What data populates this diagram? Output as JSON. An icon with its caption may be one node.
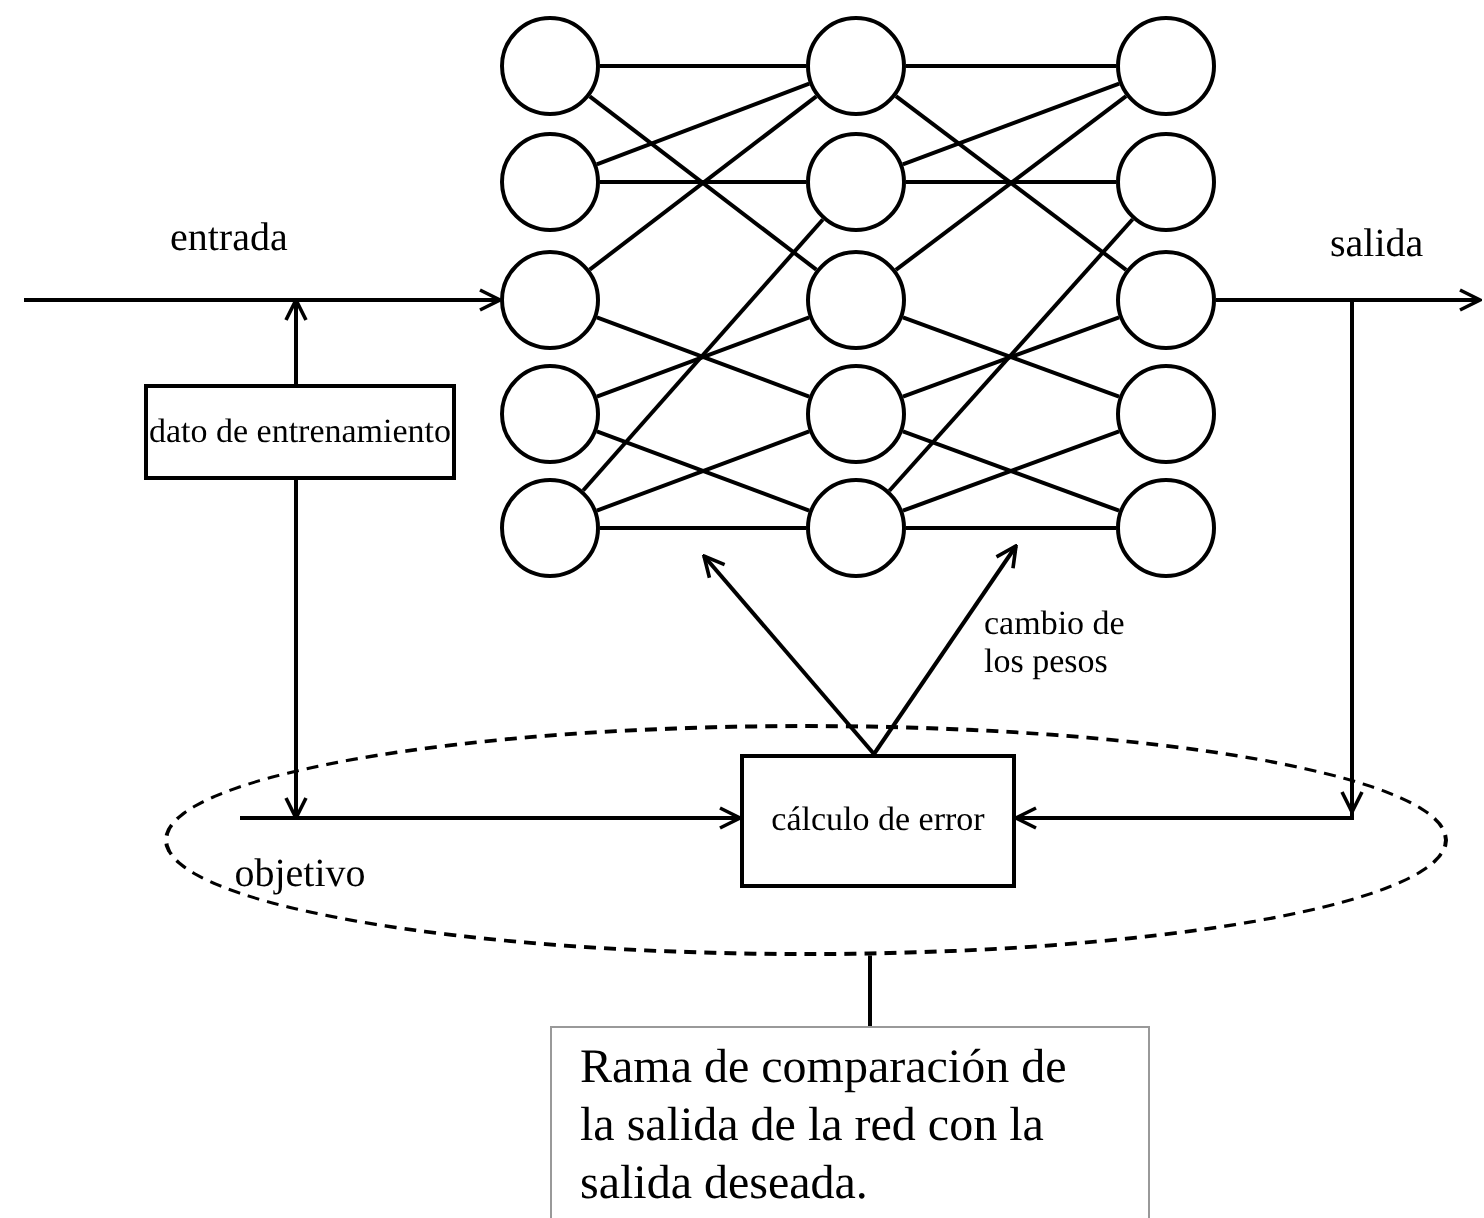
{
  "diagram": {
    "nodes": [
      {
        "text": [],
        "shape": "circle"
      },
      {
        "text": [],
        "shape": "circle"
      },
      {
        "text": [],
        "shape": "circle"
      },
      {
        "text": [],
        "shape": "circle"
      },
      {
        "text": [],
        "shape": "circle"
      },
      {
        "text": [],
        "shape": "circle"
      },
      {
        "text": [],
        "shape": "circle"
      },
      {
        "text": [],
        "shape": "circle"
      },
      {
        "text": [],
        "shape": "circle"
      },
      {
        "text": [],
        "shape": "circle"
      },
      {
        "text": [],
        "shape": "circle"
      },
      {
        "text": [],
        "shape": "circle"
      },
      {
        "text": [],
        "shape": "circle"
      },
      {
        "text": [],
        "shape": "circle"
      },
      {
        "text": [],
        "shape": "circle"
      },
      {
        "text": [
          "dato de entrenamiento"
        ]
      },
      {
        "text": [],
        "shape": "ellipse"
      },
      {
        "text": [
          "objetivo"
        ],
        "in": 16
      },
      {
        "text": [
          "cálculo de error"
        ],
        "in": 16
      },
      {
        "text": [
          "Rama de comparación de la salida de la red con la salida deseada."
        ]
      }
    ],
    "edges": [
      {
        "from": 0,
        "to": 5,
        "arrow": "none"
      },
      {
        "from": 0,
        "to": 7,
        "arrow": "none"
      },
      {
        "from": 1,
        "to": 5,
        "arrow": "none"
      },
      {
        "from": 1,
        "to": 6,
        "arrow": "none"
      },
      {
        "from": 2,
        "to": 5,
        "arrow": "none"
      },
      {
        "from": 2,
        "to": 8,
        "arrow": "none"
      },
      {
        "from": 3,
        "to": 7,
        "arrow": "none"
      },
      {
        "from": 3,
        "to": 9,
        "arrow": "none"
      },
      {
        "from": 4,
        "to": 6,
        "arrow": "none"
      },
      {
        "from": 4,
        "to": 8,
        "arrow": "none"
      },
      {
        "from": 4,
        "to": 9,
        "arrow": "none"
      },
      {
        "from": 5,
        "to": 10,
        "arrow": "none"
      },
      {
        "from": 5,
        "to": 12,
        "arrow": "none"
      },
      {
        "from": 6,
        "to": 10,
        "arrow": "none"
      },
      {
        "from": 6,
        "to": 11,
        "arrow": "none"
      },
      {
        "from": 7,
        "to": 10,
        "arrow": "none"
      },
      {
        "from": 7,
        "to": 13,
        "arrow": "none"
      },
      {
        "from": 8,
        "to": 12,
        "arrow": "none"
      },
      {
        "from": 8,
        "to": 14,
        "arrow": "none"
      },
      {
        "from": 9,
        "to": 11,
        "arrow": "none"
      },
      {
        "from": 9,
        "to": 13,
        "arrow": "none"
      },
      {
        "from": 9,
        "to": 14,
        "arrow": "none"
      },
      {
        "from": null,
        "to": 2,
        "arrow": "to",
        "label": "entrada"
      },
      {
        "from": 15,
        "to": null,
        "arrow": "to"
      },
      {
        "from": 15,
        "to": 17,
        "arrow": "to"
      },
      {
        "from": 17,
        "to": 18,
        "arrow": "to"
      },
      {
        "from": 12,
        "to": null,
        "arrow": "to",
        "label": "salida"
      },
      {
        "from": 12,
        "to": 18,
        "arrow": "to"
      },
      {
        "from": 18,
        "to": null,
        "arrow": "to"
      },
      {
        "from": 18,
        "to": null,
        "arrow": "to",
        "label": "cambio de los pesos"
      },
      {
        "from": 19,
        "to": 16,
        "arrow": "none"
      }
    ]
  }
}
